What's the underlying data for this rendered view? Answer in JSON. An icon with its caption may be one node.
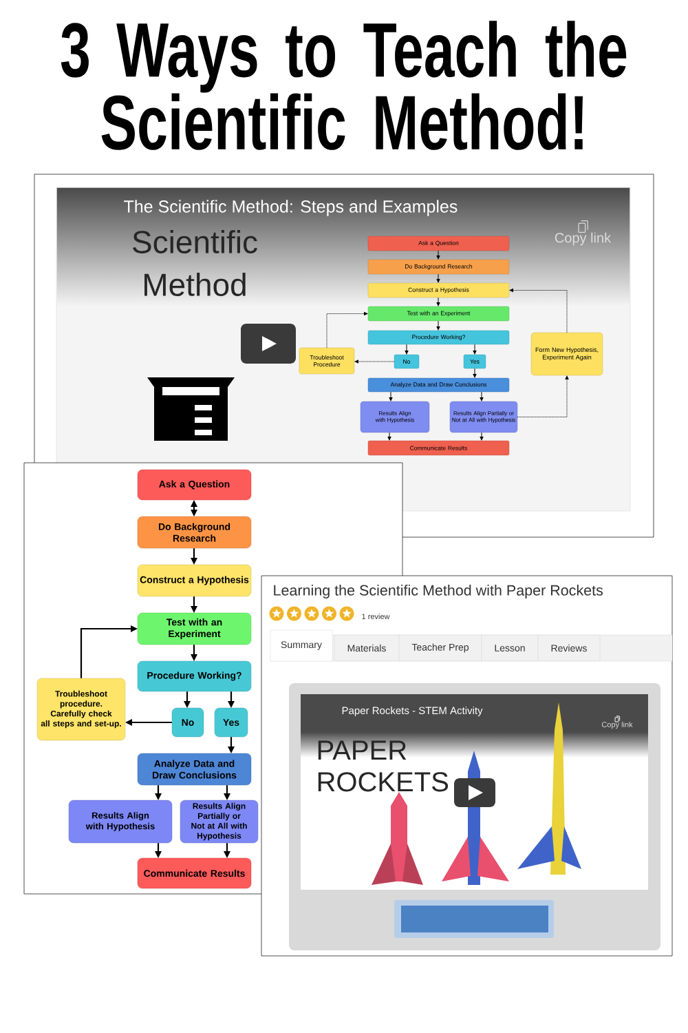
{
  "diagram": {
    "title": "3 Ways to Teach the Scientific Method!",
    "nodes": [
      {
        "text": [],
        "shape": "box"
      },
      {
        "text": [
          "The Scientific Method: Steps and Examples",
          "Scientific Method",
          "Copy link"
        ],
        "in": 0
      },
      {
        "text": [
          "Ask a Question"
        ],
        "in": 1
      },
      {
        "text": [
          "Do Background Research"
        ],
        "in": 1
      },
      {
        "text": [
          "Construct a Hypothesis"
        ],
        "in": 1
      },
      {
        "text": [
          "Test with an Experiment"
        ],
        "in": 1
      },
      {
        "text": [
          "Procedure Working?"
        ],
        "in": 1
      },
      {
        "text": [
          "No"
        ],
        "in": 1
      },
      {
        "text": [
          "Yes"
        ],
        "in": 1
      },
      {
        "text": [
          "Troubleshoot Procedure"
        ],
        "in": 1
      },
      {
        "text": [
          "Analyze Data and Draw Conclusions"
        ],
        "in": 1
      },
      {
        "text": [
          "Results Align with Hypothesis"
        ],
        "in": 1
      },
      {
        "text": [
          "Results Align Partially or Not at All with Hypothesis"
        ],
        "in": 1
      },
      {
        "text": [
          "Communicate Results"
        ],
        "in": 1
      },
      {
        "text": [
          "Form New Hypothesis, Experiment Again"
        ],
        "in": 1
      },
      {
        "text": [],
        "shape": "box"
      },
      {
        "text": [
          "Ask a Question"
        ]
      },
      {
        "text": [
          "Do Background Research"
        ],
        "in": 15
      },
      {
        "text": [
          "Construct a Hypothesis"
        ],
        "in": 15
      },
      {
        "text": [
          "Test with an Experiment"
        ],
        "in": 15
      },
      {
        "text": [
          "Procedure Working?"
        ],
        "in": 15
      },
      {
        "text": [
          "No"
        ],
        "in": 15
      },
      {
        "text": [
          "Yes"
        ],
        "in": 15
      },
      {
        "text": [
          "Troubleshoot procedure. Carefully check all steps and set-up."
        ],
        "in": 15
      },
      {
        "text": [
          "Analyze Data and Draw Conclusions"
        ],
        "in": 15
      },
      {
        "text": [
          "Results Align with Hypothesis"
        ],
        "in": 15
      },
      {
        "text": [
          "Results Align Partially or Not at All with Hypothesis"
        ],
        "in": 15
      },
      {
        "text": [
          "Communicate Results"
        ],
        "in": 15
      },
      {
        "text": [
          "Learning the Scientific Method with Paper Rockets"
        ]
      },
      {
        "text": [
          "Paper Rockets - STEM Activity",
          "Copy link",
          "PAPER ROCKETS"
        ],
        "in": 28
      }
    ],
    "edges": [
      {
        "from": 2,
        "to": 3,
        "arrow": "to"
      },
      {
        "from": 3,
        "to": 4,
        "arrow": "to"
      },
      {
        "from": 4,
        "to": 5,
        "arrow": "to"
      },
      {
        "from": 5,
        "to": 6,
        "arrow": "to"
      },
      {
        "from": 6,
        "to": 7,
        "arrow": "to"
      },
      {
        "from": 6,
        "to": 8,
        "arrow": "to"
      },
      {
        "from": 7,
        "to": 9,
        "arrow": "to",
        "style": "dashed"
      },
      {
        "from": 9,
        "to": 5,
        "arrow": "to",
        "style": "dashed"
      },
      {
        "from": 8,
        "to": 10,
        "arrow": "to"
      },
      {
        "from": 10,
        "to": 11,
        "arrow": "to"
      },
      {
        "from": 10,
        "to": 12,
        "arrow": "to"
      },
      {
        "from": 11,
        "to": 13,
        "arrow": "to"
      },
      {
        "from": 12,
        "to": 13,
        "arrow": "to"
      },
      {
        "from": 12,
        "to": 14,
        "arrow": "to",
        "style": "dashed"
      },
      {
        "from": 14,
        "to": 4,
        "arrow": "to",
        "style": "dashed"
      },
      {
        "from": 16,
        "to": 17,
        "arrow": "both"
      },
      {
        "from": 17,
        "to": 18,
        "arrow": "to"
      },
      {
        "from": 18,
        "to": 19,
        "arrow": "to"
      },
      {
        "from": 19,
        "to": 20,
        "arrow": "to"
      },
      {
        "from": 20,
        "to": 21,
        "arrow": "to"
      },
      {
        "from": 20,
        "to": 22,
        "arrow": "to"
      },
      {
        "from": 21,
        "to": 23,
        "arrow": "to"
      },
      {
        "from": 23,
        "to": 19,
        "arrow": "to"
      },
      {
        "from": 22,
        "to": 24,
        "arrow": "to"
      },
      {
        "from": 24,
        "to": 25,
        "arrow": "to"
      },
      {
        "from": 24,
        "to": 26,
        "arrow": "to"
      },
      {
        "from": 25,
        "to": 27,
        "arrow": "to"
      },
      {
        "from": 26,
        "to": 27,
        "arrow": "to"
      }
    ],
    "labels": [
      "1 review",
      "Summary",
      "Materials",
      "Teacher Prep",
      "Lesson",
      "Reviews"
    ]
  }
}
